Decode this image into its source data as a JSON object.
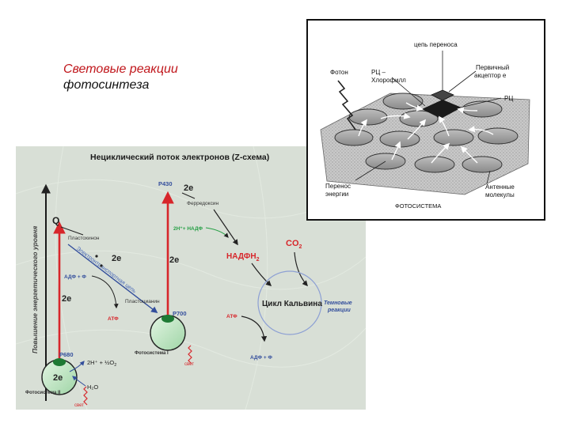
{
  "title": {
    "line1": "Световые реакции",
    "line2": "фотосинтеза"
  },
  "zscheme": {
    "header": "Нециклический поток электронов (Z-схема)",
    "y_axis": "Повышение энергетического уровня",
    "q": "Q",
    "plastoquinone": "Пластохинон",
    "chain": "Электронтранспортная цепь",
    "two_e": "2e",
    "adp": "АДФ + Ф",
    "atp": "АТФ",
    "plastocyanin": "Пластоцианин",
    "p680": "P680",
    "p700": "P700",
    "p430": "P430",
    "ferredoxin": "Ферредоксин",
    "nadp": "2H⁺+ НАДФ",
    "nadph": "НАДФН",
    "nadph_sub": "2",
    "co2": "CO",
    "co2_sub": "2",
    "calvin": "Цикл Кальвина",
    "dark1": "Темновые",
    "dark2": "реакции",
    "water_products": "2H⁺ + ½O",
    "water_sub": "2",
    "water": "H₂O",
    "ps2": "Фотосистема II",
    "ps1": "Фотосистема I",
    "light": "свет",
    "colors": {
      "panel": "#d8dfd6",
      "red": "#d7262b",
      "green": "#27a046",
      "blue": "#334e9c"
    }
  },
  "photosystem": {
    "chain": "цепь переноса",
    "photon": "Фотон",
    "rc_chl1": "РЦ –",
    "rc_chl2": "Хлорофилл",
    "primary1": "Первичный",
    "primary2": "акцептор е",
    "rc": "РЦ",
    "transfer1": "Перенос",
    "transfer2": "энергии",
    "antenna1": "Антенные",
    "antenna2": "молекулы",
    "label": "ФОТОСИСТЕМА"
  }
}
